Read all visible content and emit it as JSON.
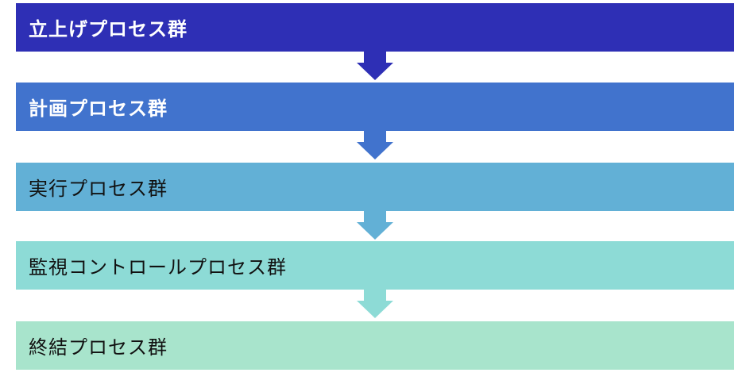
{
  "diagram": {
    "stages": [
      {
        "label": "立上げプロセス群",
        "color": "#2e2fb5",
        "text_color": "#ffffff",
        "bold": true
      },
      {
        "label": "計画プロセス群",
        "color": "#4173cd",
        "text_color": "#ffffff",
        "bold": true
      },
      {
        "label": "実行プロセス群",
        "color": "#62b0d6",
        "text_color": "#111111",
        "bold": false
      },
      {
        "label": "監視コントロールプロセス群",
        "color": "#8ddbd6",
        "text_color": "#111111",
        "bold": false
      },
      {
        "label": "終結プロセス群",
        "color": "#a8e4cc",
        "text_color": "#111111",
        "bold": false
      }
    ],
    "arrows": [
      {
        "from": 0,
        "to": 1,
        "color": "#2e2fb5",
        "icon": "down-arrow-icon"
      },
      {
        "from": 1,
        "to": 2,
        "color": "#4173cd",
        "icon": "down-arrow-icon"
      },
      {
        "from": 2,
        "to": 3,
        "color": "#62b0d6",
        "icon": "down-arrow-icon"
      },
      {
        "from": 3,
        "to": 4,
        "color": "#8ddbd6",
        "icon": "down-arrow-icon"
      }
    ]
  }
}
